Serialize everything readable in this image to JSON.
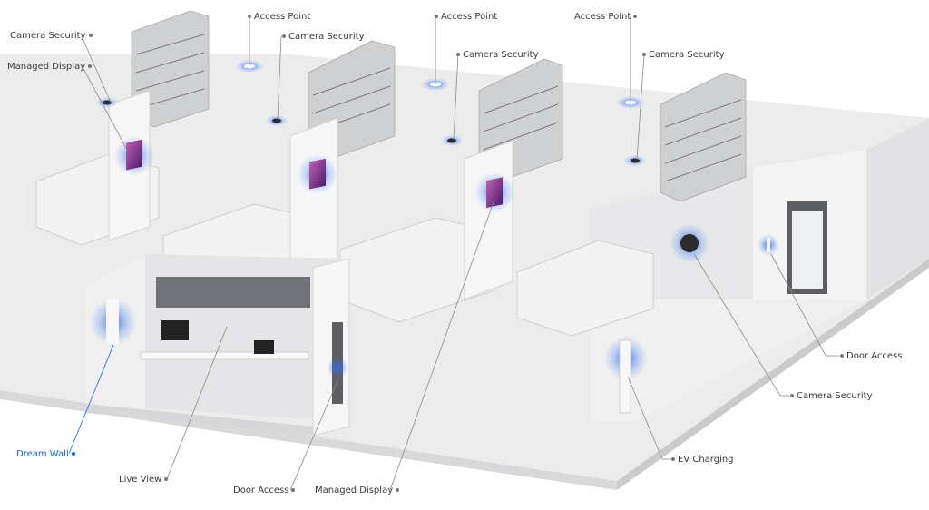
{
  "colors": {
    "floor": "#ececed",
    "wall": "#f2f2f3",
    "wall_side": "#dcdcde",
    "shelf": "#cfd0d2",
    "shelf_dark": "#8e8f92",
    "glow": "#2f6df0",
    "screen": "#7a2c8c",
    "leader": "#8a8a8a",
    "highlight": "#1565d8",
    "label": "#3a3a3a"
  },
  "callouts": [
    {
      "id": "camera-security-1",
      "text": "Camera Security"
    },
    {
      "id": "managed-display-1",
      "text": "Managed Display"
    },
    {
      "id": "access-point-1",
      "text": "Access Point"
    },
    {
      "id": "camera-security-2",
      "text": "Camera Security"
    },
    {
      "id": "access-point-2",
      "text": "Access Point"
    },
    {
      "id": "camera-security-3",
      "text": "Camera Security"
    },
    {
      "id": "access-point-3",
      "text": "Access Point"
    },
    {
      "id": "camera-security-4",
      "text": "Camera Security"
    },
    {
      "id": "door-access-right",
      "text": "Door Access"
    },
    {
      "id": "camera-security-5",
      "text": "Camera Security"
    },
    {
      "id": "ev-charging",
      "text": "EV Charging"
    },
    {
      "id": "dream-wall",
      "text": "Dream Wall",
      "highlight": true
    },
    {
      "id": "live-view",
      "text": "Live View"
    },
    {
      "id": "door-access-left",
      "text": "Door Access"
    },
    {
      "id": "managed-display-2",
      "text": "Managed Display"
    }
  ]
}
